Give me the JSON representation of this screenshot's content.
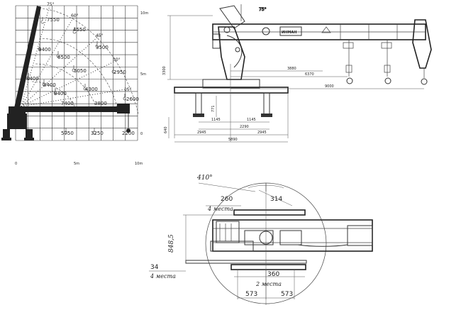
{
  "load_chart": {
    "y_axis": {
      "top": "10m",
      "middle": "5m",
      "bottom": "0"
    },
    "x_axis": {
      "left": "0",
      "middle": "5m",
      "right": "10m"
    },
    "angles": [
      "75°",
      "60°",
      "45°",
      "30°",
      "15°"
    ],
    "loads": [
      "7550",
      "4550",
      "8400",
      "6500",
      "3500",
      "5050",
      "2950",
      "8400",
      "8400",
      "4300",
      "8400",
      "7400",
      "3800",
      "2600",
      "5750",
      "3250",
      "2200"
    ]
  },
  "side_view": {
    "angle": "75°",
    "brand_label": "ИНМАН",
    "height_dim": "3300",
    "length_dims": [
      "3880",
      "6370",
      "9000"
    ],
    "leg_dims": [
      "771",
      "640"
    ],
    "base_dims": [
      "1145",
      "1145",
      "2290",
      "2945",
      "2945",
      "5890"
    ]
  },
  "top_view": {
    "swing_angle": "410°",
    "dim_260": "260",
    "dim_314": "314",
    "places_4_top": "4 места",
    "dim_848": "848,5",
    "dim_34": "34",
    "places_4_bottom": "4 места",
    "dim_360": "360",
    "places_2": "2 места",
    "dim_573_left": "573",
    "dim_573_right": "573"
  }
}
